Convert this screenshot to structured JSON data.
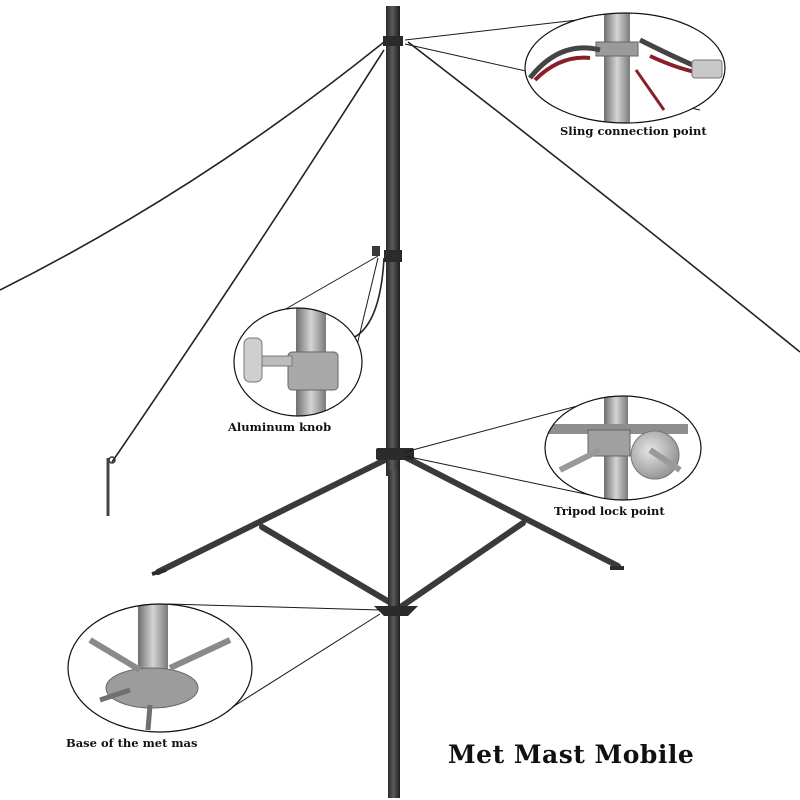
{
  "callouts": {
    "sling": "Sling connection point",
    "knob": "Aluminum knob",
    "tripod_lock": "Tripod lock point",
    "base": "Base of the met mas"
  },
  "title": "Met Mast Mobile",
  "colors": {
    "mast": "#3b3b3b",
    "steel": "#8f8f8f",
    "wire": "#222222",
    "sling_red": "#8a1f2a"
  }
}
